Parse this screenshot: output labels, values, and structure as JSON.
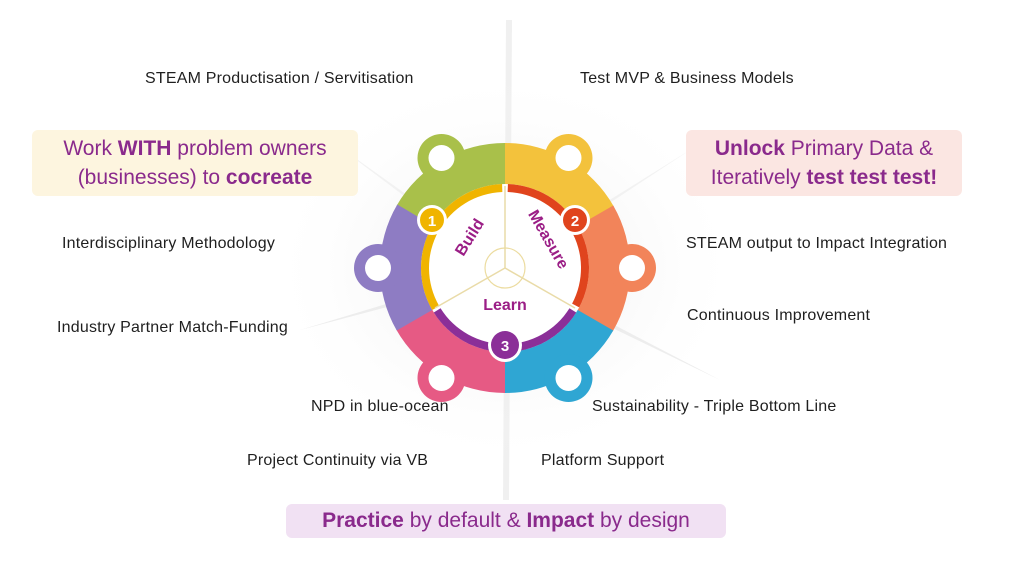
{
  "labels": {
    "productisation": "STEAM Productisation / Servitisation",
    "test_mvp": "Test MVP & Business Models",
    "interdisciplinary": "Interdisciplinary Methodology",
    "steam_output": "STEAM output to Impact Integration",
    "match_funding": "Industry Partner Match-Funding",
    "continuous": "Continuous Improvement",
    "npd": "NPD in blue-ocean",
    "sustainability": "Sustainability - Triple Bottom Line",
    "continuity": "Project Continuity via VB",
    "platform": "Platform Support"
  },
  "callouts": {
    "left": {
      "line1_a": "Work ",
      "line1_b": "WITH",
      "line1_c": " problem owners",
      "line2_a": "(businesses) to ",
      "line2_b": "cocreate"
    },
    "right": {
      "line1_a": "Unlock",
      "line1_b": " Primary Data &",
      "line2_a": "Iteratively ",
      "line2_b": "test test test!"
    },
    "bottom": {
      "a": "Practice",
      "b": " by default & ",
      "c": "Impact",
      "d": " by design"
    }
  },
  "wheel": {
    "stages": [
      {
        "number": "1",
        "label": "Build"
      },
      {
        "number": "2",
        "label": "Measure"
      },
      {
        "number": "3",
        "label": "Learn"
      }
    ],
    "colors": {
      "green": "#a9c04a",
      "yellow": "#f3c23c",
      "orange": "#f2845a",
      "blue": "#2fa6d3",
      "pink": "#e65a84",
      "purple": "#8e7cc3",
      "ring_yellow": "#f0b400",
      "ring_red": "#e0441d",
      "ring_purple": "#8b2f98",
      "text_purple": "#9b1e86"
    }
  }
}
